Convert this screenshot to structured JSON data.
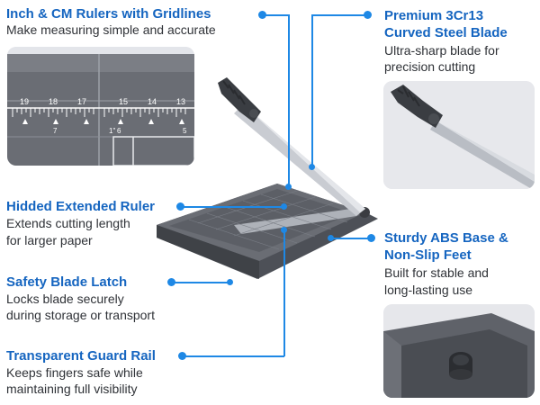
{
  "features": {
    "rulers": {
      "title": "Inch & CM Rulers with Gridlines",
      "desc": "Make measuring simple and accurate"
    },
    "blade": {
      "title_line1": "Premium 3Cr13",
      "title_line2": "Curved Steel Blade",
      "desc_line1": "Ultra-sharp blade for",
      "desc_line2": "precision cutting"
    },
    "ruler_ext": {
      "title": "Hidded Extended Ruler",
      "desc_line1": "Extends cutting length",
      "desc_line2": "for larger paper"
    },
    "base": {
      "title_line1": "Sturdy ABS Base &",
      "title_line2": "Non-Slip Feet",
      "desc_line1": "Built for stable and",
      "desc_line2": "long-lasting use"
    },
    "latch": {
      "title": "Safety Blade Latch",
      "desc_line1": "Locks blade securely",
      "desc_line2": "during storage or transport"
    },
    "guard": {
      "title": "Transparent Guard Rail",
      "desc_line1": "Keeps fingers safe while",
      "desc_line2": "maintaining full visibility"
    }
  },
  "ruler_inset": {
    "scale_numbers": [
      "19",
      "18",
      "17",
      "15",
      "14",
      "13"
    ],
    "sub_numbers": [
      "7",
      "6",
      "5"
    ],
    "unit_label": "1\""
  },
  "colors": {
    "accent": "#1e88e5",
    "title": "#1565c0",
    "text": "#2f3237",
    "device_body": "#5a5d64"
  }
}
